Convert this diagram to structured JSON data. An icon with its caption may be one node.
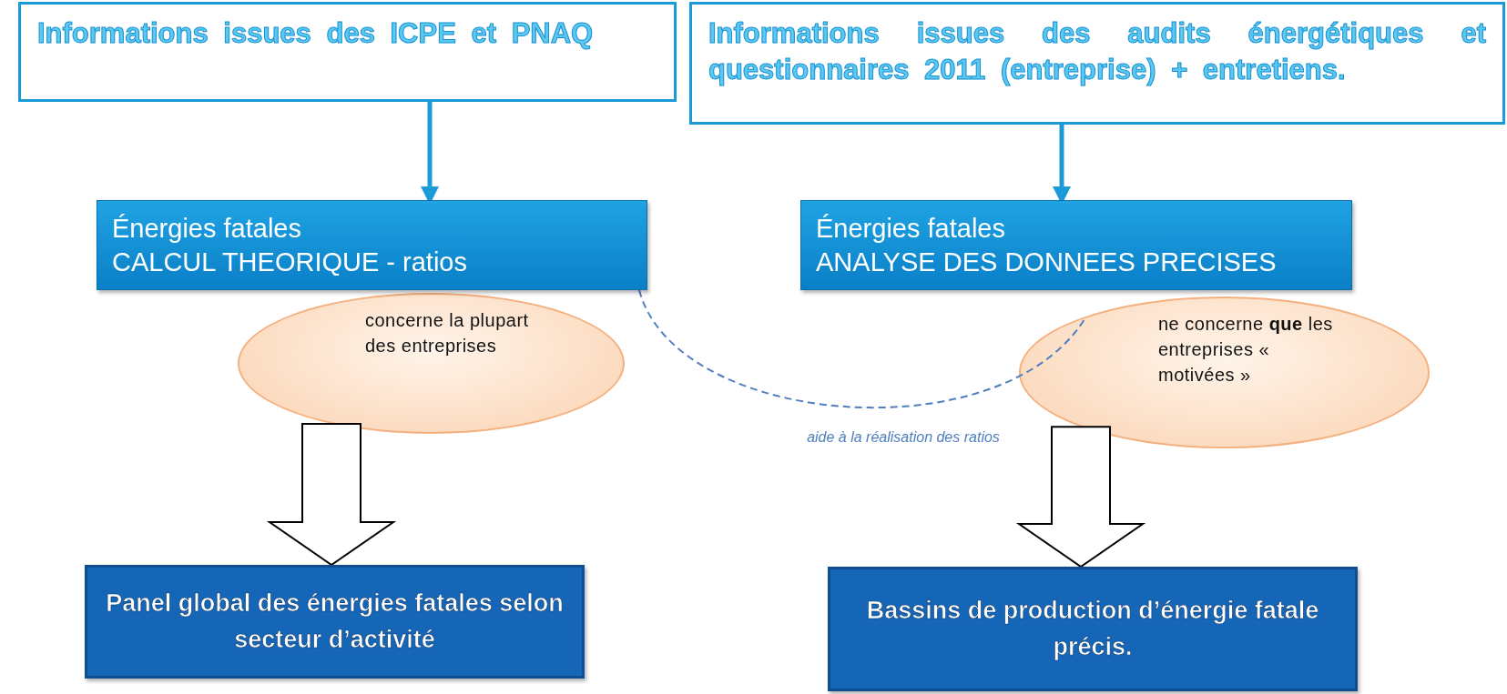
{
  "diagram": {
    "nodes": [
      {
        "text": [
          "Informations issues des ICPE et PNAQ"
        ]
      },
      {
        "text": [
          "Informations issues des audits énergétiques et questionnaires 2011 (entreprise) + entretiens."
        ]
      },
      {
        "text": [
          "Énergies fatales",
          "CALCUL THEORIQUE - ratios"
        ]
      },
      {
        "text": [
          "Énergies fatales",
          "ANALYSE DES DONNEES PRECISES"
        ]
      },
      {
        "text": [
          "concerne la plupart des entreprises"
        ]
      },
      {
        "text": [
          "ne concerne **que** les entreprises « motivées »"
        ]
      },
      {
        "text": [
          "Panel global des énergies fatales selon secteur d’activité"
        ]
      },
      {
        "text": [
          "Bassins de production d’énergie fatale précis."
        ]
      }
    ],
    "edges": [
      {
        "from": 0,
        "to": 2,
        "arrow": "to",
        "color": "#1a9bd7"
      },
      {
        "from": 1,
        "to": 3,
        "arrow": "to",
        "color": "#1a9bd7"
      },
      {
        "from": 2,
        "to": 5,
        "arrow": "none",
        "label": "aide à la réalisation des ratios",
        "style": "dashed",
        "color": "#4f7fbf"
      },
      {
        "from": 4,
        "to": 6,
        "arrow": "to",
        "style": "thick",
        "color": "#000000"
      },
      {
        "from": 5,
        "to": 7,
        "arrow": "to",
        "style": "thick",
        "color": "#000000"
      }
    ]
  }
}
